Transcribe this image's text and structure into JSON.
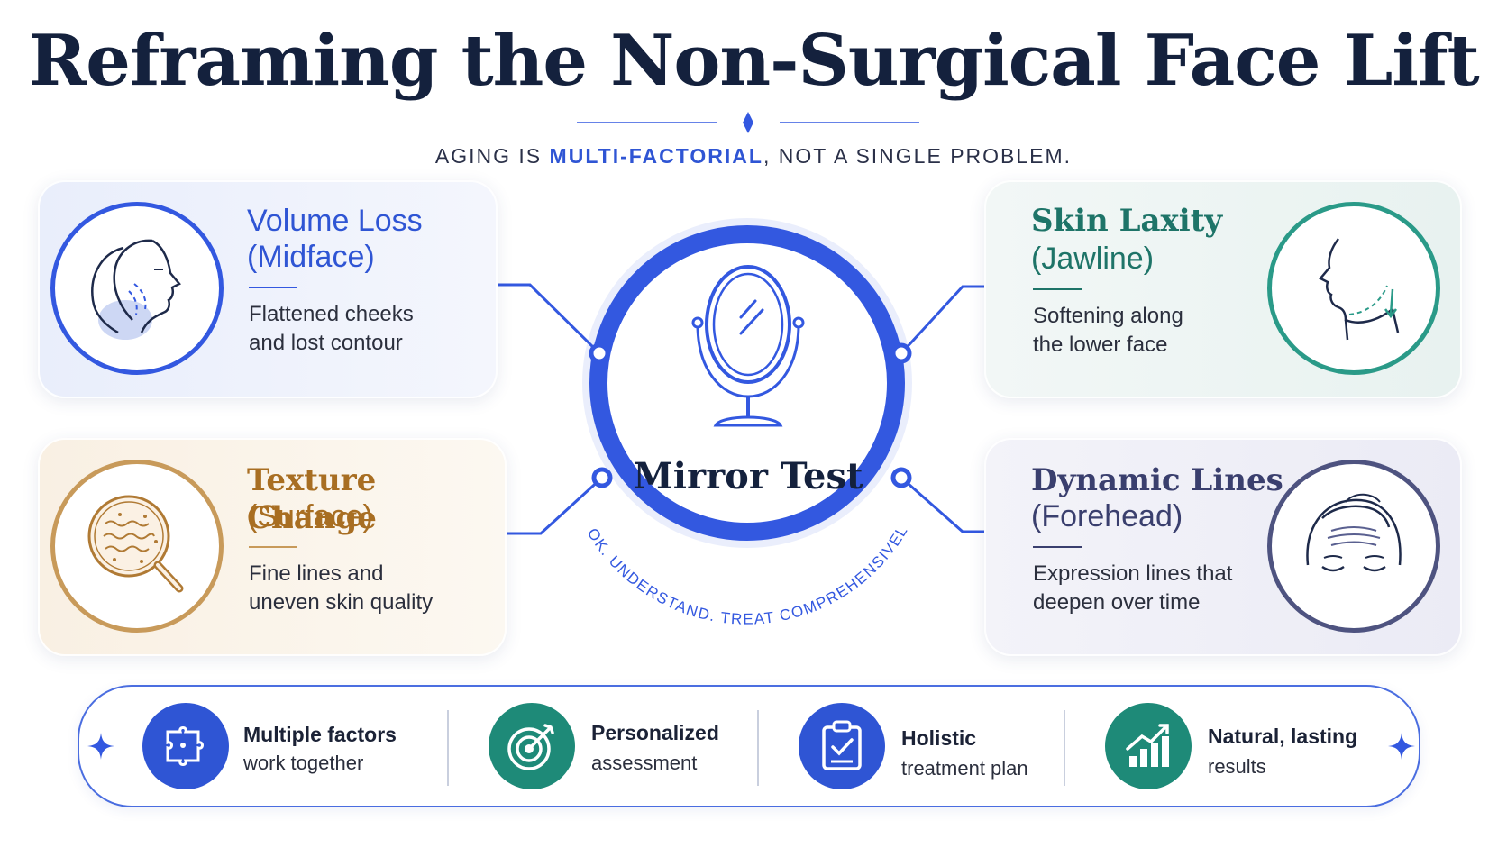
{
  "header": {
    "title": "Reframing the Non-Surgical Face Lift",
    "subtitle_pre": "AGING IS ",
    "subtitle_highlight": "MULTI-FACTORIAL",
    "subtitle_post": ", NOT A SINGLE PROBLEM."
  },
  "center": {
    "label": "Mirror Test",
    "arc_text": "LOOK. UNDERSTAND. TREAT COMPREHENSIVELY.",
    "accent": "#3358e0"
  },
  "cards": {
    "volume": {
      "title1": "Volume Loss",
      "title2": "(Midface)",
      "desc1": "Flattened cheeks",
      "desc2": "and lost contour",
      "color": "#2f55d4",
      "icon": "face-profile-icon"
    },
    "texture": {
      "title1": "Texture Change",
      "title2": "(Surface)",
      "desc1": "Fine lines and",
      "desc2": "uneven skin quality",
      "color": "#a86e22",
      "icon": "magnifier-skin-icon"
    },
    "skin": {
      "title1": "Skin Laxity",
      "title2": "(Jawline)",
      "desc1": "Softening along",
      "desc2": "the lower face",
      "color": "#1e7468",
      "icon": "jawline-profile-icon"
    },
    "lines": {
      "title1": "Dynamic Lines",
      "title2": "(Forehead)",
      "desc1": "Expression lines that",
      "desc2": "deepen over time",
      "color": "#3a3f6e",
      "icon": "forehead-face-icon"
    }
  },
  "features": [
    {
      "title": "Multiple factors",
      "sub": "work together",
      "icon": "puzzle-icon",
      "color": "#2f55d4"
    },
    {
      "title": "Personalized",
      "sub": "assessment",
      "icon": "target-icon",
      "color": "#1e8a78"
    },
    {
      "title": "Holistic",
      "sub": "treatment plan",
      "icon": "clipboard-icon",
      "color": "#2f55d4"
    },
    {
      "title": "Natural, lasting",
      "sub": "results",
      "icon": "growth-chart-icon",
      "color": "#1e8a78"
    }
  ]
}
